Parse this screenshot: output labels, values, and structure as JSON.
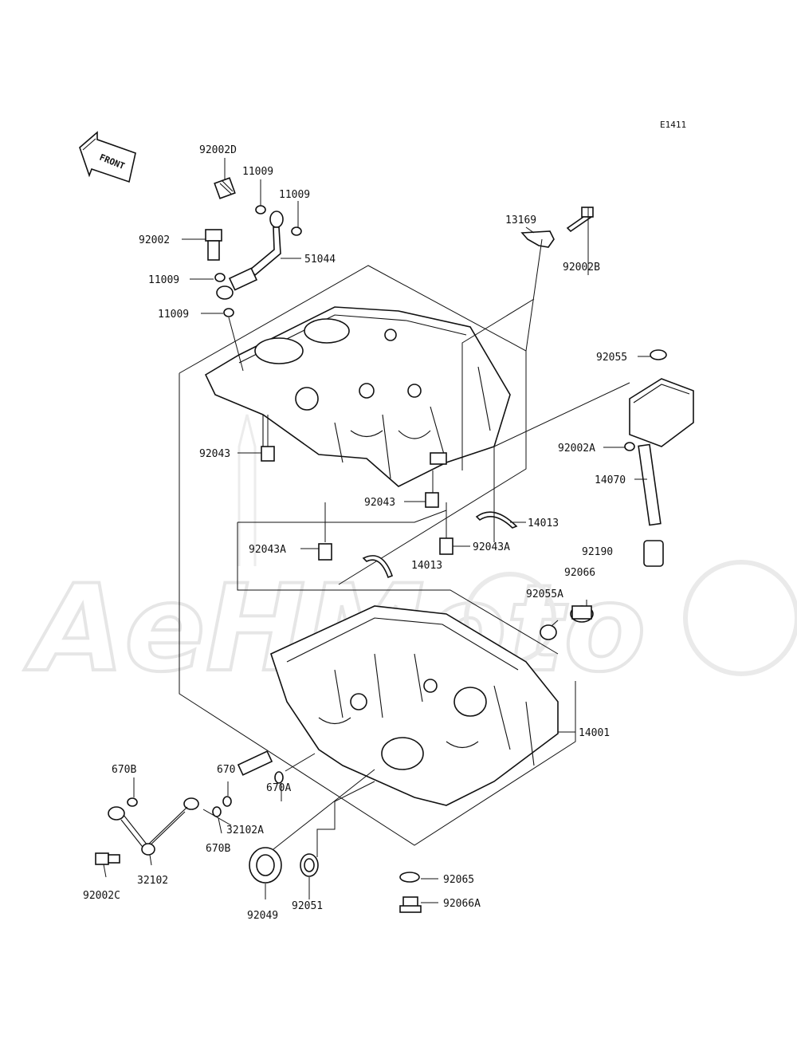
{
  "diagram_code": "E1411",
  "front_arrow_text": "FRONT",
  "watermark_text": "AeHMoto",
  "labels": {
    "l_92002D": "92002D",
    "l_11009_a": "11009",
    "l_11009_b": "11009",
    "l_92002": "92002",
    "l_51044": "51044",
    "l_11009_c": "11009",
    "l_11009_d": "11009",
    "l_92002B": "92002B",
    "l_13169": "13169",
    "l_92055": "92055",
    "l_92002A": "92002A",
    "l_14070": "14070",
    "l_92043_a": "92043",
    "l_92043_b": "92043",
    "l_14013_a": "14013",
    "l_92043A_a": "92043A",
    "l_92043A_b": "92043A",
    "l_14013_b": "14013",
    "l_92190": "92190",
    "l_92066": "92066",
    "l_92055A": "92055A",
    "l_14001": "14001",
    "l_670B_a": "670B",
    "l_670": "670",
    "l_670A": "670A",
    "l_32102A": "32102A",
    "l_670B_b": "670B",
    "l_92002C": "92002C",
    "l_32102": "32102",
    "l_92049": "92049",
    "l_92051": "92051",
    "l_92065": "92065",
    "l_92066A": "92066A"
  }
}
